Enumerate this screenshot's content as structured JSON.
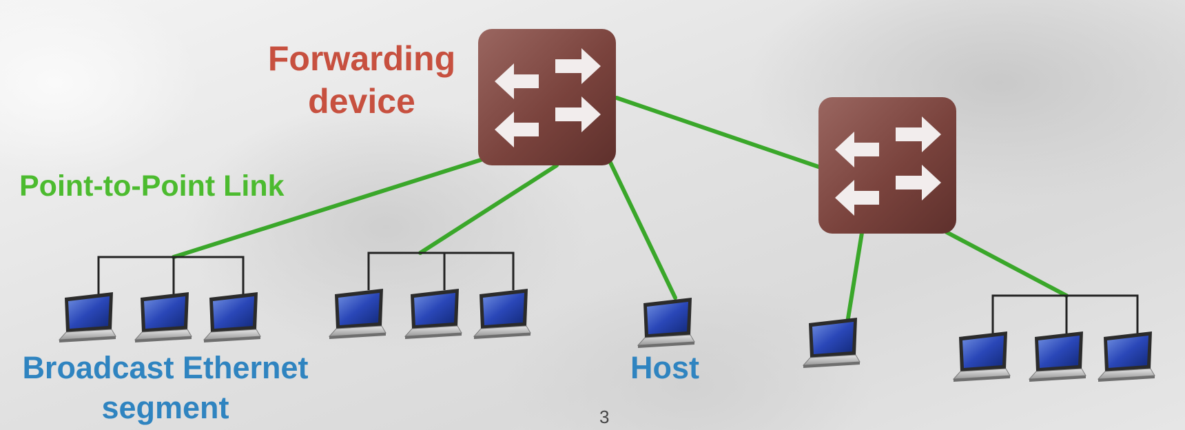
{
  "labels": {
    "forwarding_line1": "Forwarding",
    "forwarding_line2": "device",
    "point_to_point": "Point-to-Point Link",
    "broadcast_line1": "Broadcast Ethernet",
    "broadcast_line2": "segment",
    "host": "Host",
    "page_number": "3"
  },
  "colors": {
    "forwarding_label": "#c7503f",
    "link": "#3aa72a",
    "link_label": "#4cbb2f",
    "segment_label": "#2f84c0",
    "switch_fill": "#7d433d",
    "bus": "#222222"
  },
  "icons": {
    "forwarding_device": "switch-arrows-icon",
    "host": "laptop-icon"
  }
}
